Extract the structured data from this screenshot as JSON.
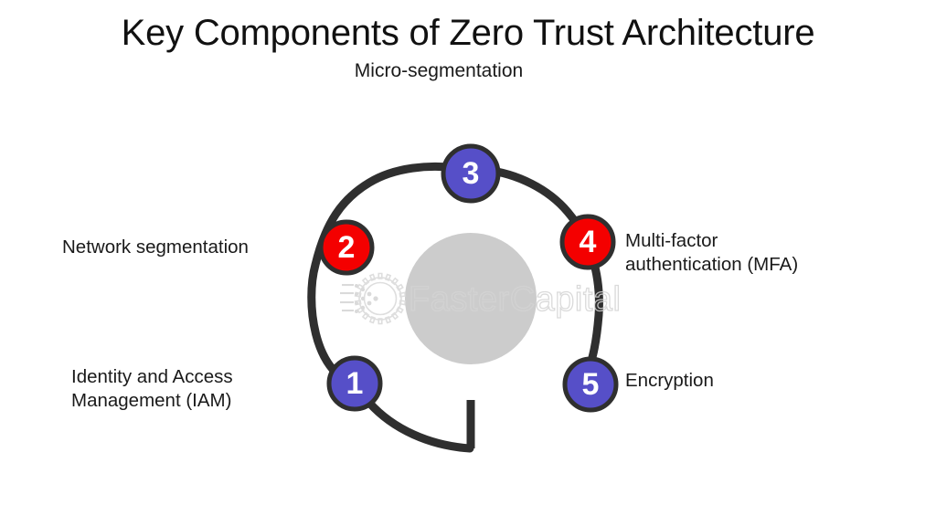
{
  "header": {
    "title": "Key Components of Zero Trust Architecture"
  },
  "diagram": {
    "type": "circular-process",
    "center_watermark": {
      "text": "FasterCapital",
      "logo_icon": "gear-icon",
      "color": "#d6d6d6"
    },
    "center_disc_color": "#cccccc",
    "ring_color": "#2f2f2f",
    "node_colors": {
      "purple": "#564fc8",
      "red": "#f40000",
      "outline": "#2f2f2f",
      "numeral": "#ffffff"
    },
    "nodes": [
      {
        "number": "1",
        "color": "purple",
        "label_lines": [
          "Identity and Access",
          "Management (IAM)"
        ],
        "label_position": "left"
      },
      {
        "number": "2",
        "color": "red",
        "label_lines": [
          "Network segmentation"
        ],
        "label_position": "left"
      },
      {
        "number": "3",
        "color": "purple",
        "label_lines": [
          "Micro-segmentation"
        ],
        "label_position": "top"
      },
      {
        "number": "4",
        "color": "red",
        "label_lines": [
          "Multi-factor",
          "authentication (MFA)"
        ],
        "label_position": "right"
      },
      {
        "number": "5",
        "color": "purple",
        "label_lines": [
          "Encryption"
        ],
        "label_position": "right"
      }
    ]
  }
}
